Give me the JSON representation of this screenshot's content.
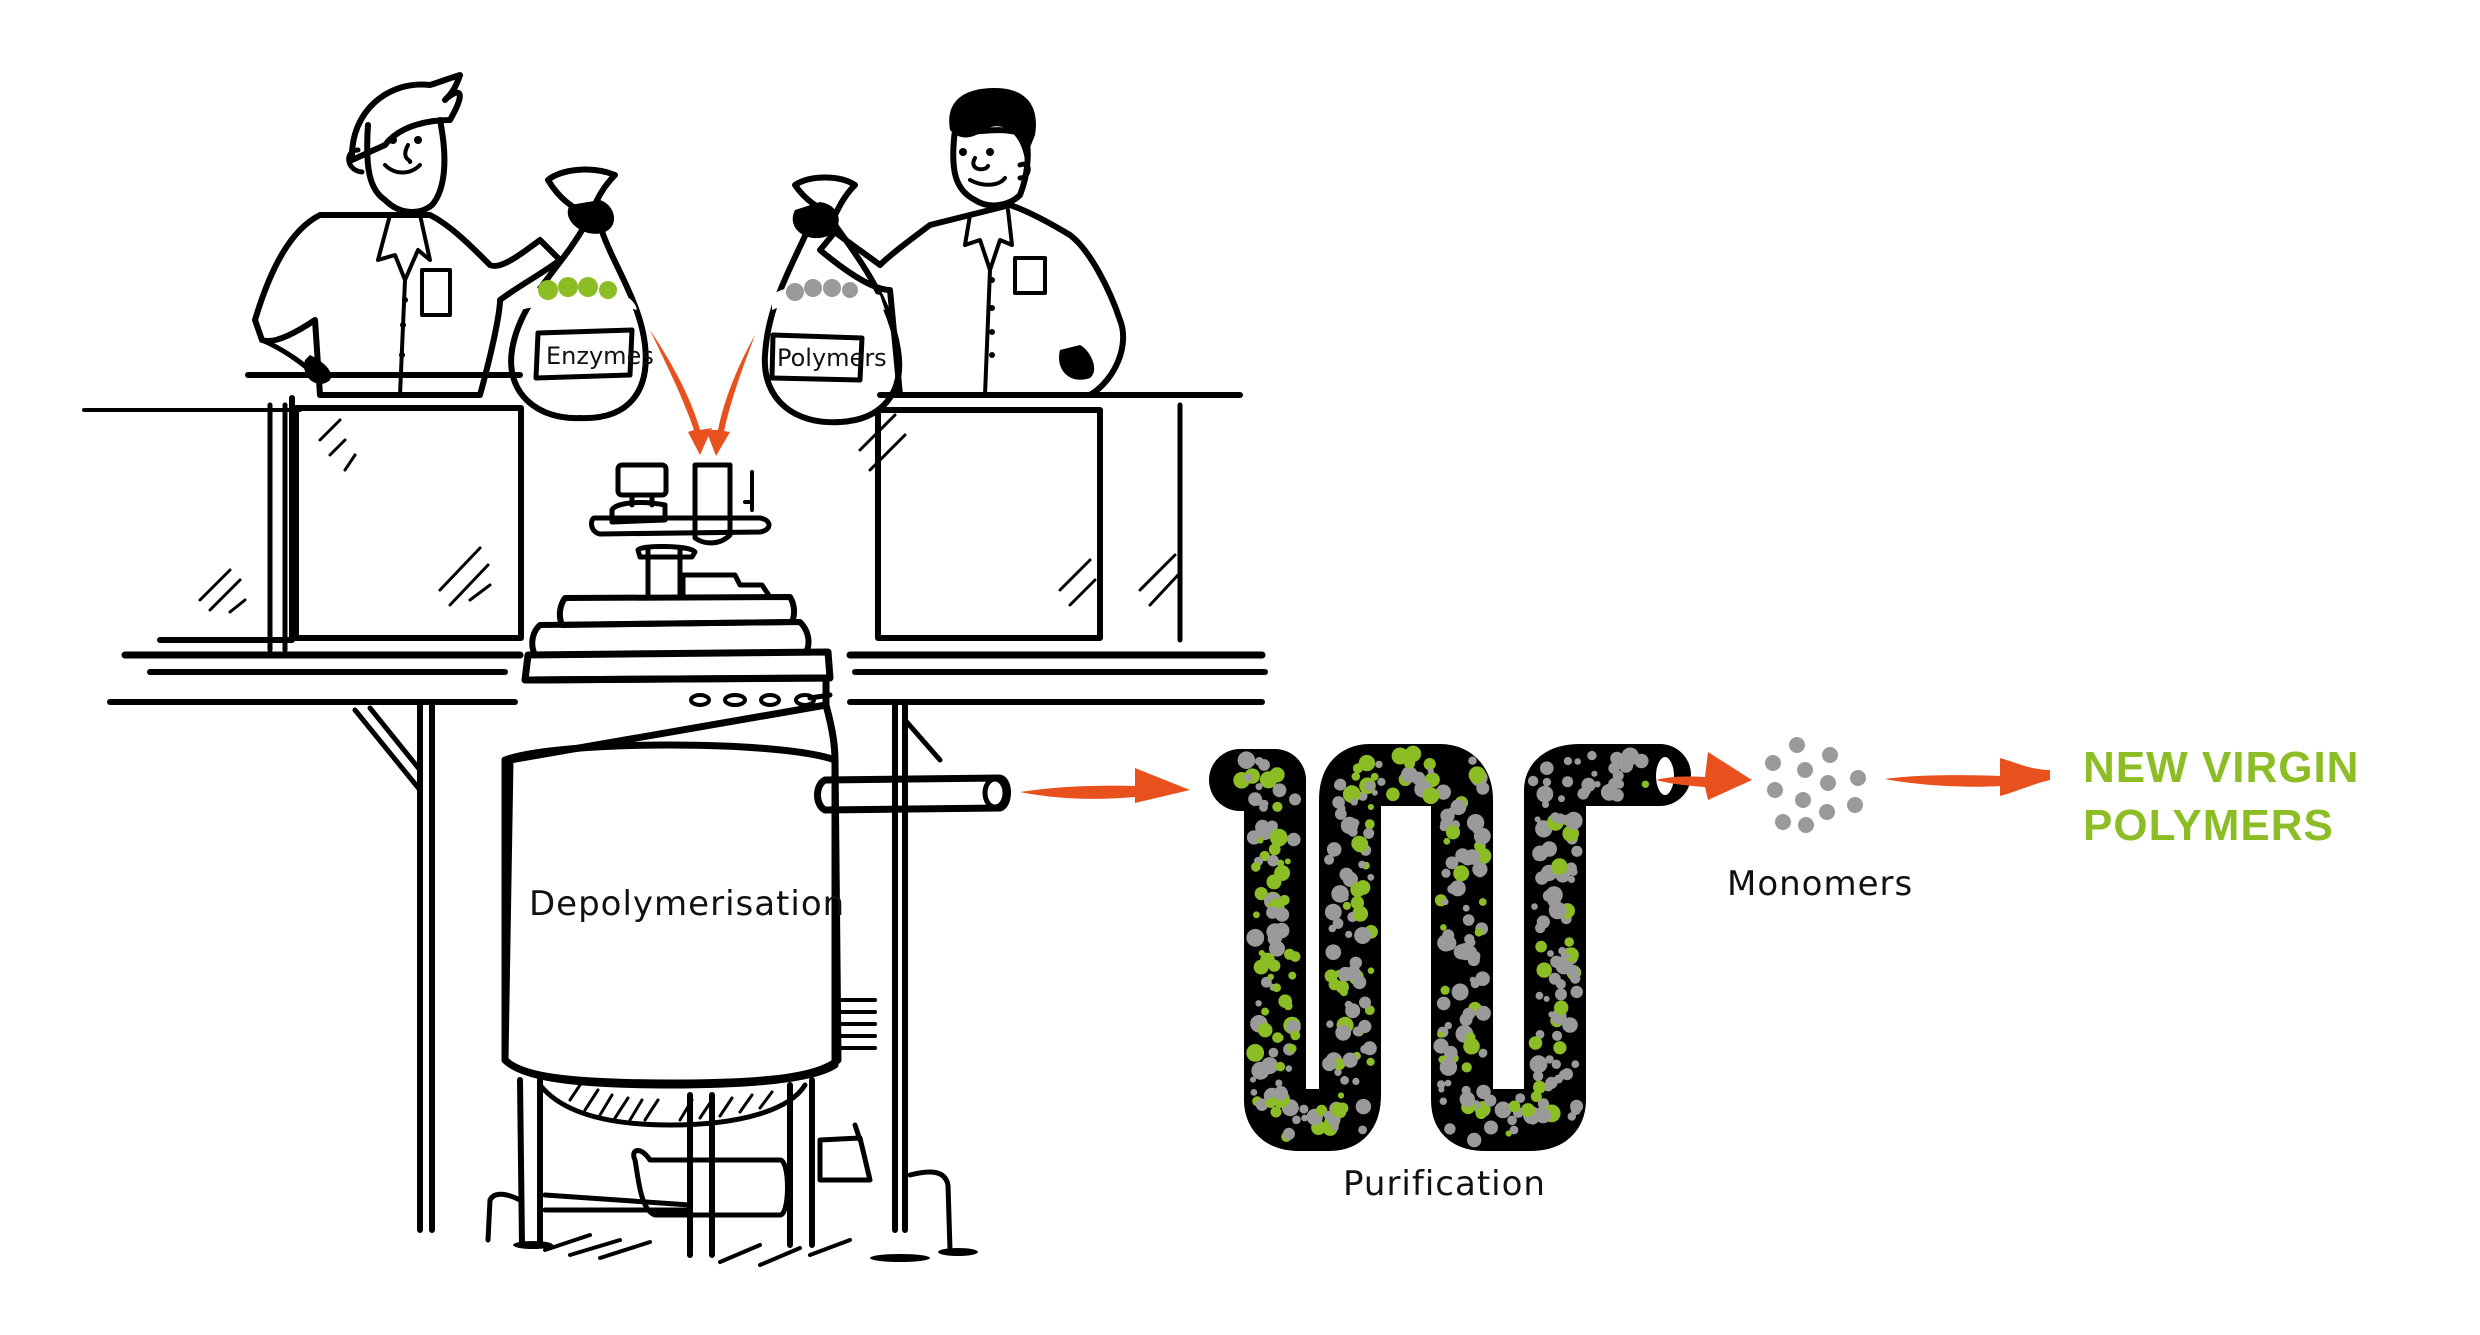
{
  "diagram": {
    "title": "Enzymatic polymer recycling process",
    "colors": {
      "accent_green": "#8cbd24",
      "arrow_orange": "#e8501d",
      "particle_gray": "#9a9a9a",
      "ink": "#000000"
    },
    "bags": [
      {
        "label": "Enzymes",
        "fill": "green"
      },
      {
        "label": "Polymers",
        "fill": "gray"
      }
    ],
    "stages": [
      {
        "id": "depolymerisation",
        "label": "Depolymerisation"
      },
      {
        "id": "purification",
        "label": "Purification"
      },
      {
        "id": "monomers",
        "label": "Monomers"
      }
    ],
    "output": {
      "line1": "NEW VIRGIN",
      "line2": "POLYMERS"
    },
    "flow": [
      "Enzymes + Polymers",
      "Depolymerisation",
      "Purification",
      "Monomers",
      "NEW VIRGIN POLYMERS"
    ]
  }
}
